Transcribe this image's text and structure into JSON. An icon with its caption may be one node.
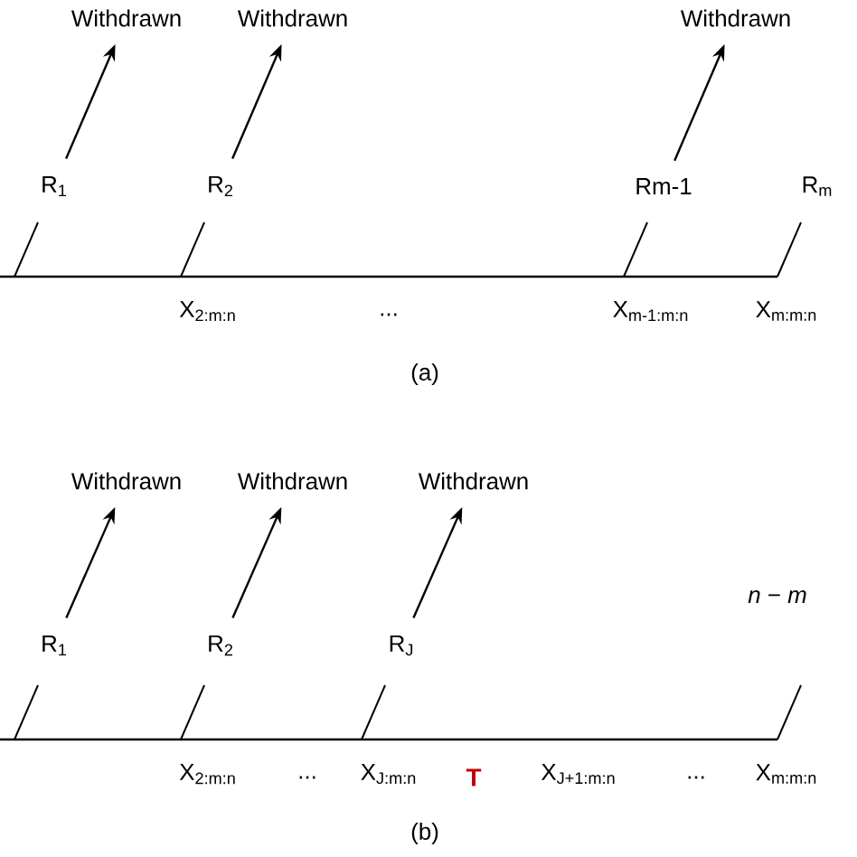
{
  "diagram": {
    "nodes": [
      {
        "text": [
          "Withdrawn"
        ]
      },
      {
        "text": [
          "Withdrawn"
        ]
      },
      {
        "text": [
          "Withdrawn"
        ]
      },
      {
        "text": [
          "R$_{1}$"
        ]
      },
      {
        "text": [
          "R$_{2}$"
        ]
      },
      {
        "text": [
          "Rm-1"
        ]
      },
      {
        "text": [
          "Withdrawn"
        ]
      },
      {
        "text": [
          "Withdrawn"
        ]
      },
      {
        "text": [
          "Withdrawn"
        ]
      },
      {
        "text": [
          "R$_{1}$"
        ]
      },
      {
        "text": [
          "R$_{2}$"
        ]
      },
      {
        "text": [
          "R$_{J}$"
        ]
      }
    ],
    "edges": [
      {
        "from": 3,
        "to": 0,
        "arrow": "to"
      },
      {
        "from": 4,
        "to": 1,
        "arrow": "to"
      },
      {
        "from": 5,
        "to": 2,
        "arrow": "to"
      },
      {
        "from": 9,
        "to": 6,
        "arrow": "to"
      },
      {
        "from": 10,
        "to": 7,
        "arrow": "to"
      },
      {
        "from": 11,
        "to": 8,
        "arrow": "to"
      }
    ],
    "labels": [
      "R$_{m}$",
      "X$_{2:m:n}$",
      "...",
      "X$_{m-1:m:n}$",
      "X$_{m:m:n}$",
      "(a)",
      "*n* − *m*",
      "X$_{2:m:n}$",
      "...",
      "X$_{J:m:n}$",
      "T",
      "X$_{J+1:m:n}$",
      "...",
      "X$_{m:m:n}$",
      "(b)"
    ]
  }
}
